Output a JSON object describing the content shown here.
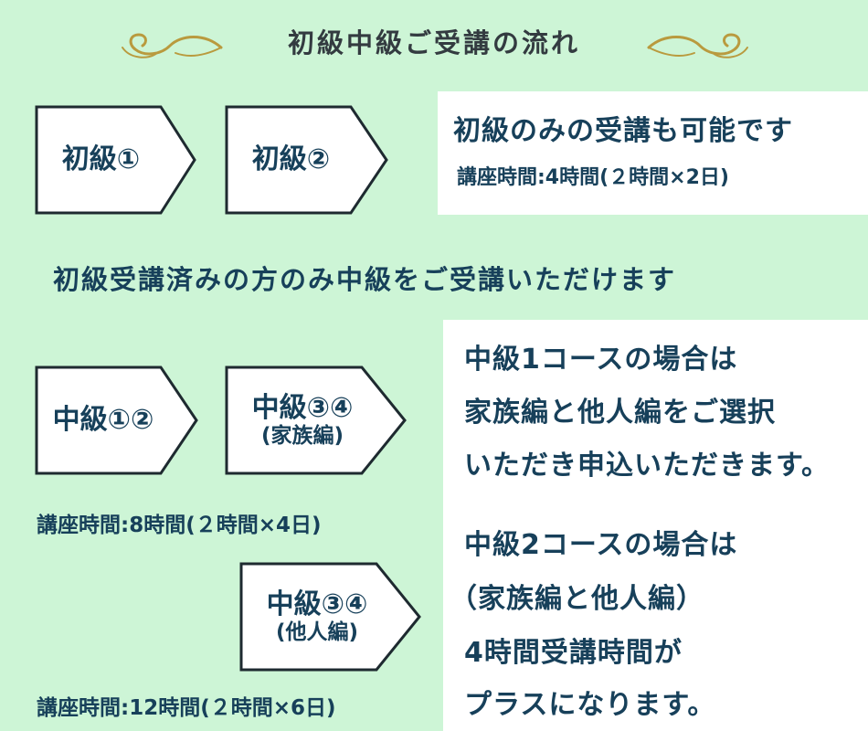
{
  "title": "初級中級ご受講の流れ",
  "colors": {
    "background": "#cdf5d6",
    "text": "#17405a",
    "ornament": "#b99a3e",
    "box": "#ffffff"
  },
  "beginner": {
    "arrow1": "初級①",
    "arrow2": "初級②",
    "info_title": "初級のみの受講も可能です",
    "info_time": "講座時間:4時間(２時間×2日)"
  },
  "notice": "初級受講済みの方のみ中級をご受講いただけます",
  "intermediate": {
    "arrow1": "中級①②",
    "arrow2_line1": "中級③④",
    "arrow2_line2": "(家族編)",
    "time1": "講座時間:8時間(２時間×4日)",
    "arrow3_line1": "中級③④",
    "arrow3_line2": "(他人編)",
    "time2": "講座時間:12時間(２時間×6日)"
  },
  "course_info": {
    "course1_lines": [
      "中級1コースの場合は",
      "家族編と他人編をご選択",
      "いただき申込いただきます。"
    ],
    "course2_lines": [
      "中級2コースの場合は",
      "（家族編と他人編）",
      "4時間受講時間が",
      "プラスになります。"
    ]
  }
}
